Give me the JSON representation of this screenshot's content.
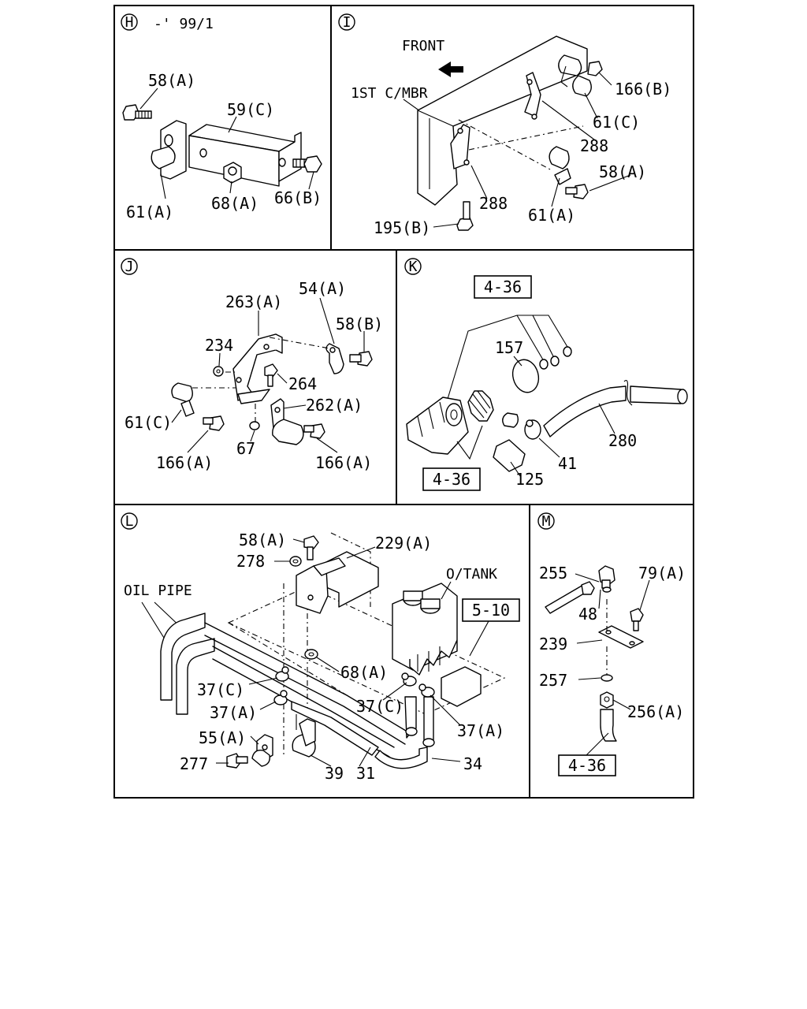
{
  "panels": {
    "H": {
      "marker": "H",
      "note": "-' 99/1",
      "labels": [
        "58(A)",
        "59(C)",
        "61(A)",
        "68(A)",
        "66(B)"
      ]
    },
    "I": {
      "marker": "I",
      "front": "FRONT",
      "member": "1ST C/MBR",
      "labels": [
        "166(B)",
        "61(C)",
        "288",
        "58(A)",
        "288",
        "61(A)",
        "195(B)"
      ]
    },
    "J": {
      "marker": "J",
      "labels": [
        "263(A)",
        "54(A)",
        "58(B)",
        "234",
        "264",
        "262(A)",
        "61(C)",
        "166(A)",
        "67",
        "166(A)"
      ]
    },
    "K": {
      "marker": "K",
      "ref_top": "4-36",
      "ref_bottom": "4-36",
      "labels": [
        "157",
        "280",
        "41",
        "125"
      ]
    },
    "L": {
      "marker": "L",
      "oil_pipe": "OIL PIPE",
      "tank": "O/TANK",
      "ref": "5-10",
      "labels": [
        "58(A)",
        "229(A)",
        "278",
        "68(A)",
        "37(C)",
        "37(A)",
        "37(C)",
        "37(A)",
        "55(A)",
        "277",
        "39",
        "31",
        "34"
      ]
    },
    "M": {
      "marker": "M",
      "ref": "4-36",
      "labels": [
        "255",
        "79(A)",
        "48",
        "239",
        "257",
        "256(A)"
      ]
    }
  }
}
